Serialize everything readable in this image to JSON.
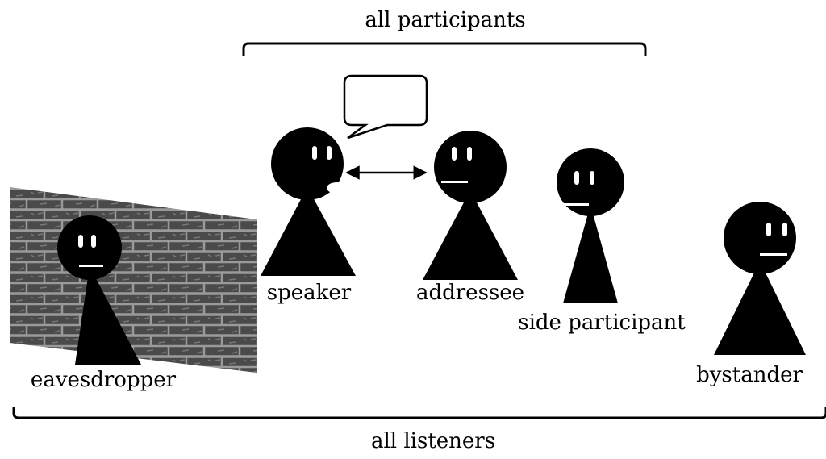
{
  "labels": {
    "all_participants": "all participants",
    "all_listeners": "all listeners",
    "speaker": "speaker",
    "addressee": "addressee",
    "side_participant": "side participant",
    "bystander": "bystander",
    "eavesdropper": "eavesdropper"
  },
  "colors": {
    "figure": "#000000",
    "eye": "#ffffff",
    "wall": "#4a4a4a",
    "mortar": "#9a9a9a",
    "background": "#ffffff"
  }
}
